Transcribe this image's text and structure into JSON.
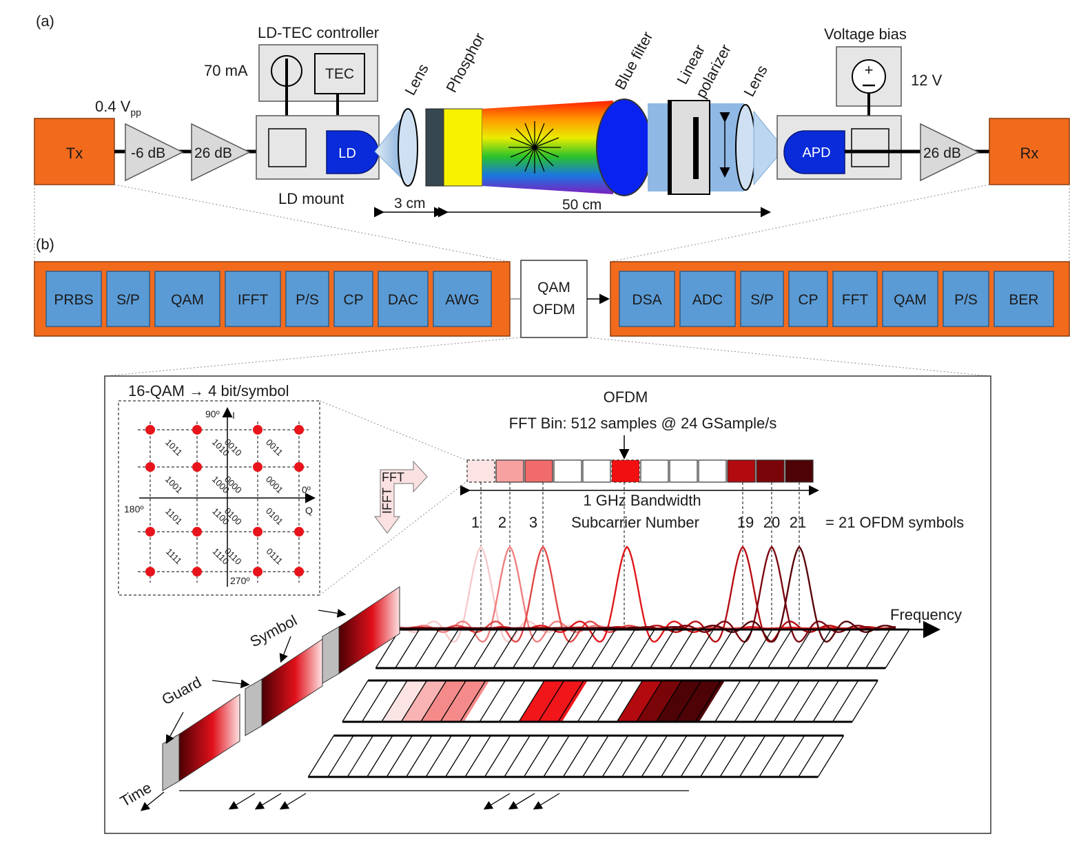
{
  "panels": {
    "a": "(a)",
    "b": "(b)"
  },
  "setup": {
    "tx": "Tx",
    "rx": "Rx",
    "tx_voltage": "0.4 V",
    "tx_voltage_sub": "pp",
    "attenuator": "-6 dB",
    "amp_tx": "26 dB",
    "amp_rx": "26 dB",
    "current": "70 mA",
    "controller": "LD-TEC controller",
    "tec": "TEC",
    "ld": "LD",
    "ld_mount": "LD mount",
    "lens1": "Lens",
    "phosphor": "Phosphor",
    "blue_filter": "Blue filter",
    "polarizer_1": "Linear",
    "polarizer_2": "polarizer",
    "lens2": "Lens",
    "voltage_bias": "Voltage bias",
    "bias_value": "12 V",
    "apd": "APD",
    "dist1": "3 cm",
    "dist2": "50 cm"
  },
  "chain": {
    "tx_blocks": [
      "PRBS",
      "S/P",
      "QAM",
      "IFFT",
      "P/S",
      "CP",
      "DAC",
      "AWG"
    ],
    "center_1": "QAM",
    "center_2": "OFDM",
    "rx_blocks": [
      "DSA",
      "ADC",
      "S/P",
      "CP",
      "FFT",
      "QAM",
      "P/S",
      "BER"
    ]
  },
  "constellation": {
    "title": "16-QAM → 4 bit/symbol",
    "axis_i": "I",
    "axis_q": "Q",
    "angle_90": "90º",
    "angle_0": "0º",
    "angle_180": "180º",
    "angle_270": "270º",
    "codes": [
      [
        "1011",
        "1010",
        "0010",
        "0011"
      ],
      [
        "1001",
        "1000",
        "0000",
        "0001"
      ],
      [
        "1101",
        "1100",
        "0100",
        "0101"
      ],
      [
        "1111",
        "1110",
        "0110",
        "0111"
      ]
    ],
    "point_color": "#e8141c"
  },
  "ofdm": {
    "title": "OFDM",
    "fft_bin": "FFT Bin: 512 samples @ 24 GSample/s",
    "fft": "FFT",
    "ifft": "IFFT",
    "bandwidth": "1 GHz Bandwidth",
    "subcarrier_label": "Subcarrier Number",
    "subcarriers": [
      "1",
      "2",
      "3",
      "19",
      "20",
      "21"
    ],
    "symbols_total": "= 21 OFDM symbols",
    "frequency": "Frequency",
    "time": "Time",
    "guard": "Guard",
    "symbol": "Symbol",
    "bin_colors": [
      "#fde4e4",
      "#f7a1a1",
      "#f26b6b",
      "#ffffff",
      "#ffffff",
      "#f20f0f",
      "#ffffff",
      "#ffffff",
      "#ffffff",
      "#b30a0f",
      "#7a0509",
      "#4d0306"
    ],
    "curve_colors": [
      "#f7c9c9",
      "#f07f7f",
      "#e24747",
      "#e0161a",
      "#b50d12",
      "#7c0610",
      "#5a0309"
    ]
  }
}
